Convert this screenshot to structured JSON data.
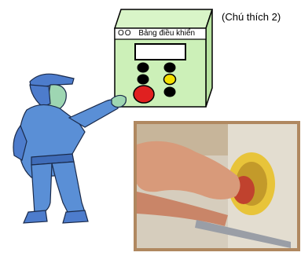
{
  "panel": {
    "circles": "OO",
    "label": "Bảng điều khiển",
    "note": "(Chú thích 2)"
  },
  "colors": {
    "panel_body": "#ccf0b8",
    "worker_suit": "#5a8fd6",
    "stop_button": "#e02020",
    "lamp_yellow": "#f4e000"
  },
  "icons": [
    "worker-figure-icon",
    "control-panel-icon",
    "emergency-stop-photo"
  ]
}
